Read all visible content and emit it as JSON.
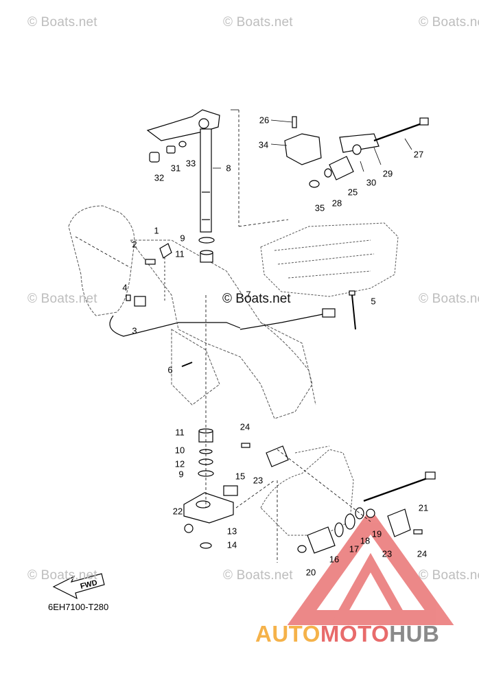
{
  "watermark_text": "© Boats.net",
  "center_watermark_text": "© Boats.net",
  "diagram_code": "6EH7100-T280",
  "fwd_label": "FWD",
  "brand": {
    "part1": "AUTO",
    "part2": "MOTO",
    "part3": "HUB"
  },
  "callouts": [
    "1",
    "2",
    "3",
    "4",
    "5",
    "6",
    "7",
    "8",
    "9",
    "10",
    "11",
    "11",
    "12",
    "9",
    "13",
    "14",
    "15",
    "16",
    "17",
    "18",
    "19",
    "20",
    "21",
    "22",
    "23",
    "23",
    "24",
    "24",
    "25",
    "26",
    "27",
    "28",
    "29",
    "30",
    "31",
    "32",
    "33",
    "34",
    "35"
  ],
  "colors": {
    "line": "#000000",
    "dashed": "#555555",
    "watermark": "#bdbdbd",
    "brand_red": "#e86b6b",
    "brand_orange": "#f5b24a",
    "brand_gray": "#8a8a8a"
  }
}
